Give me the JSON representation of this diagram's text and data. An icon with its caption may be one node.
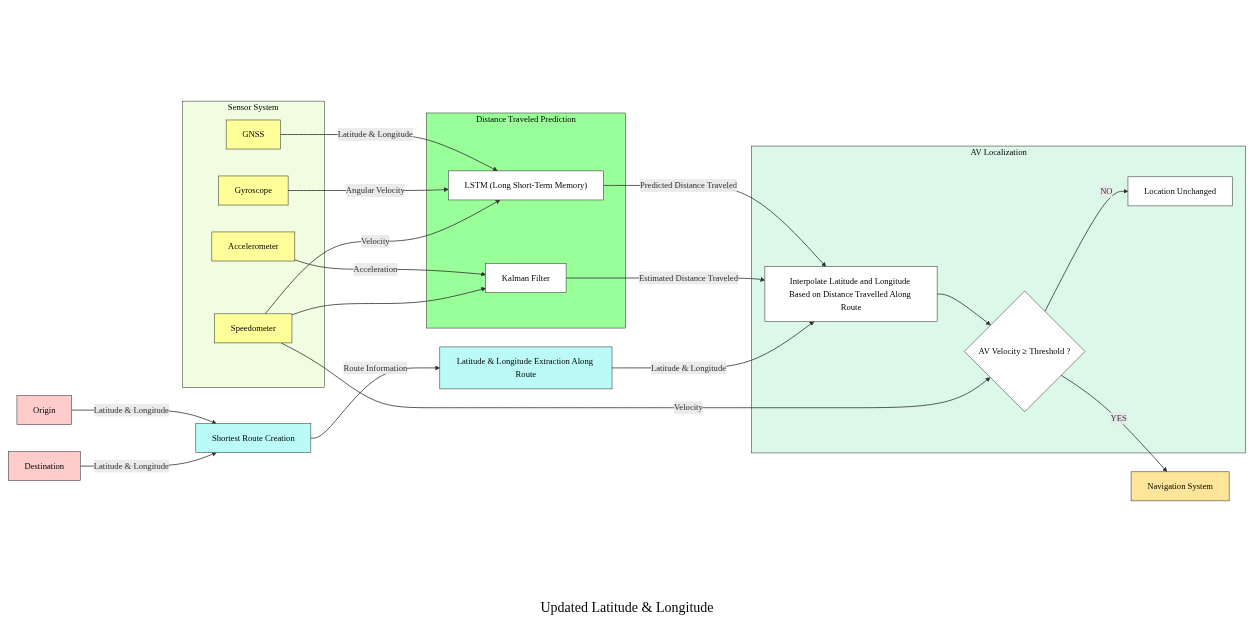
{
  "diagram": {
    "nodes": [
      {
        "text": [
          "Sensor System"
        ]
      },
      {
        "text": [
          "GNSS"
        ],
        "in": 0
      },
      {
        "text": [
          "Gyroscope"
        ],
        "in": 0
      },
      {
        "text": [
          "Accelerometer"
        ],
        "in": 0
      },
      {
        "text": [
          "Speedometer"
        ],
        "in": 0
      },
      {
        "text": [
          "Distance Traveled Prediction"
        ]
      },
      {
        "text": [
          "LSTM (Long Short-Term Memory)"
        ],
        "in": 5
      },
      {
        "text": [
          "Kalman Filter"
        ],
        "in": 5
      },
      {
        "text": [
          "AV Localization"
        ]
      },
      {
        "text": [
          "Interpolate Latitude and Longitude Based on Distance Travelled Along Route"
        ],
        "in": 8
      },
      {
        "text": [
          "AV Velocity ≥ Threshold ?"
        ],
        "in": 8
      },
      {
        "text": [
          "Location Unchanged"
        ],
        "in": 8
      },
      {
        "text": [
          "Origin"
        ]
      },
      {
        "text": [
          "Destination"
        ]
      },
      {
        "text": [
          "Shortest Route Creation"
        ]
      },
      {
        "text": [
          "Latitude & Longitude Extraction Along Route"
        ]
      },
      {
        "text": [
          "Navigation System"
        ]
      }
    ],
    "edges": [
      {
        "from": 1,
        "to": 6,
        "arrow": "to",
        "label": "Latitude & Longitude"
      },
      {
        "from": 2,
        "to": 6,
        "arrow": "to",
        "label": "Angular Velocity"
      },
      {
        "from": 3,
        "to": 7,
        "arrow": "to",
        "label": "Acceleration"
      },
      {
        "from": 4,
        "to": 6,
        "arrow": "to",
        "label": "Velocity"
      },
      {
        "from": 4,
        "to": 7,
        "arrow": "to"
      },
      {
        "from": 6,
        "to": 9,
        "arrow": "to",
        "label": "Predicted Distance Traveled"
      },
      {
        "from": 7,
        "to": 9,
        "arrow": "to",
        "label": "Estimated Distance Traveled"
      },
      {
        "from": 12,
        "to": 14,
        "arrow": "to",
        "label": "Latitude & Longitude"
      },
      {
        "from": 13,
        "to": 14,
        "arrow": "to",
        "label": "Latitude & Longitude"
      },
      {
        "from": 14,
        "to": 15,
        "arrow": "to",
        "label": "Route Information"
      },
      {
        "from": 15,
        "to": 9,
        "arrow": "to",
        "label": "Latitude & Longitude"
      },
      {
        "from": 9,
        "to": 10,
        "arrow": "to"
      },
      {
        "from": 10,
        "to": 11,
        "arrow": "to",
        "label": "NO"
      },
      {
        "from": 10,
        "to": 16,
        "arrow": "to",
        "label": "YES"
      },
      {
        "from": 4,
        "to": 10,
        "arrow": "to",
        "label": "Velocity"
      }
    ],
    "labels": [
      "Updated Latitude & Longitude"
    ]
  }
}
